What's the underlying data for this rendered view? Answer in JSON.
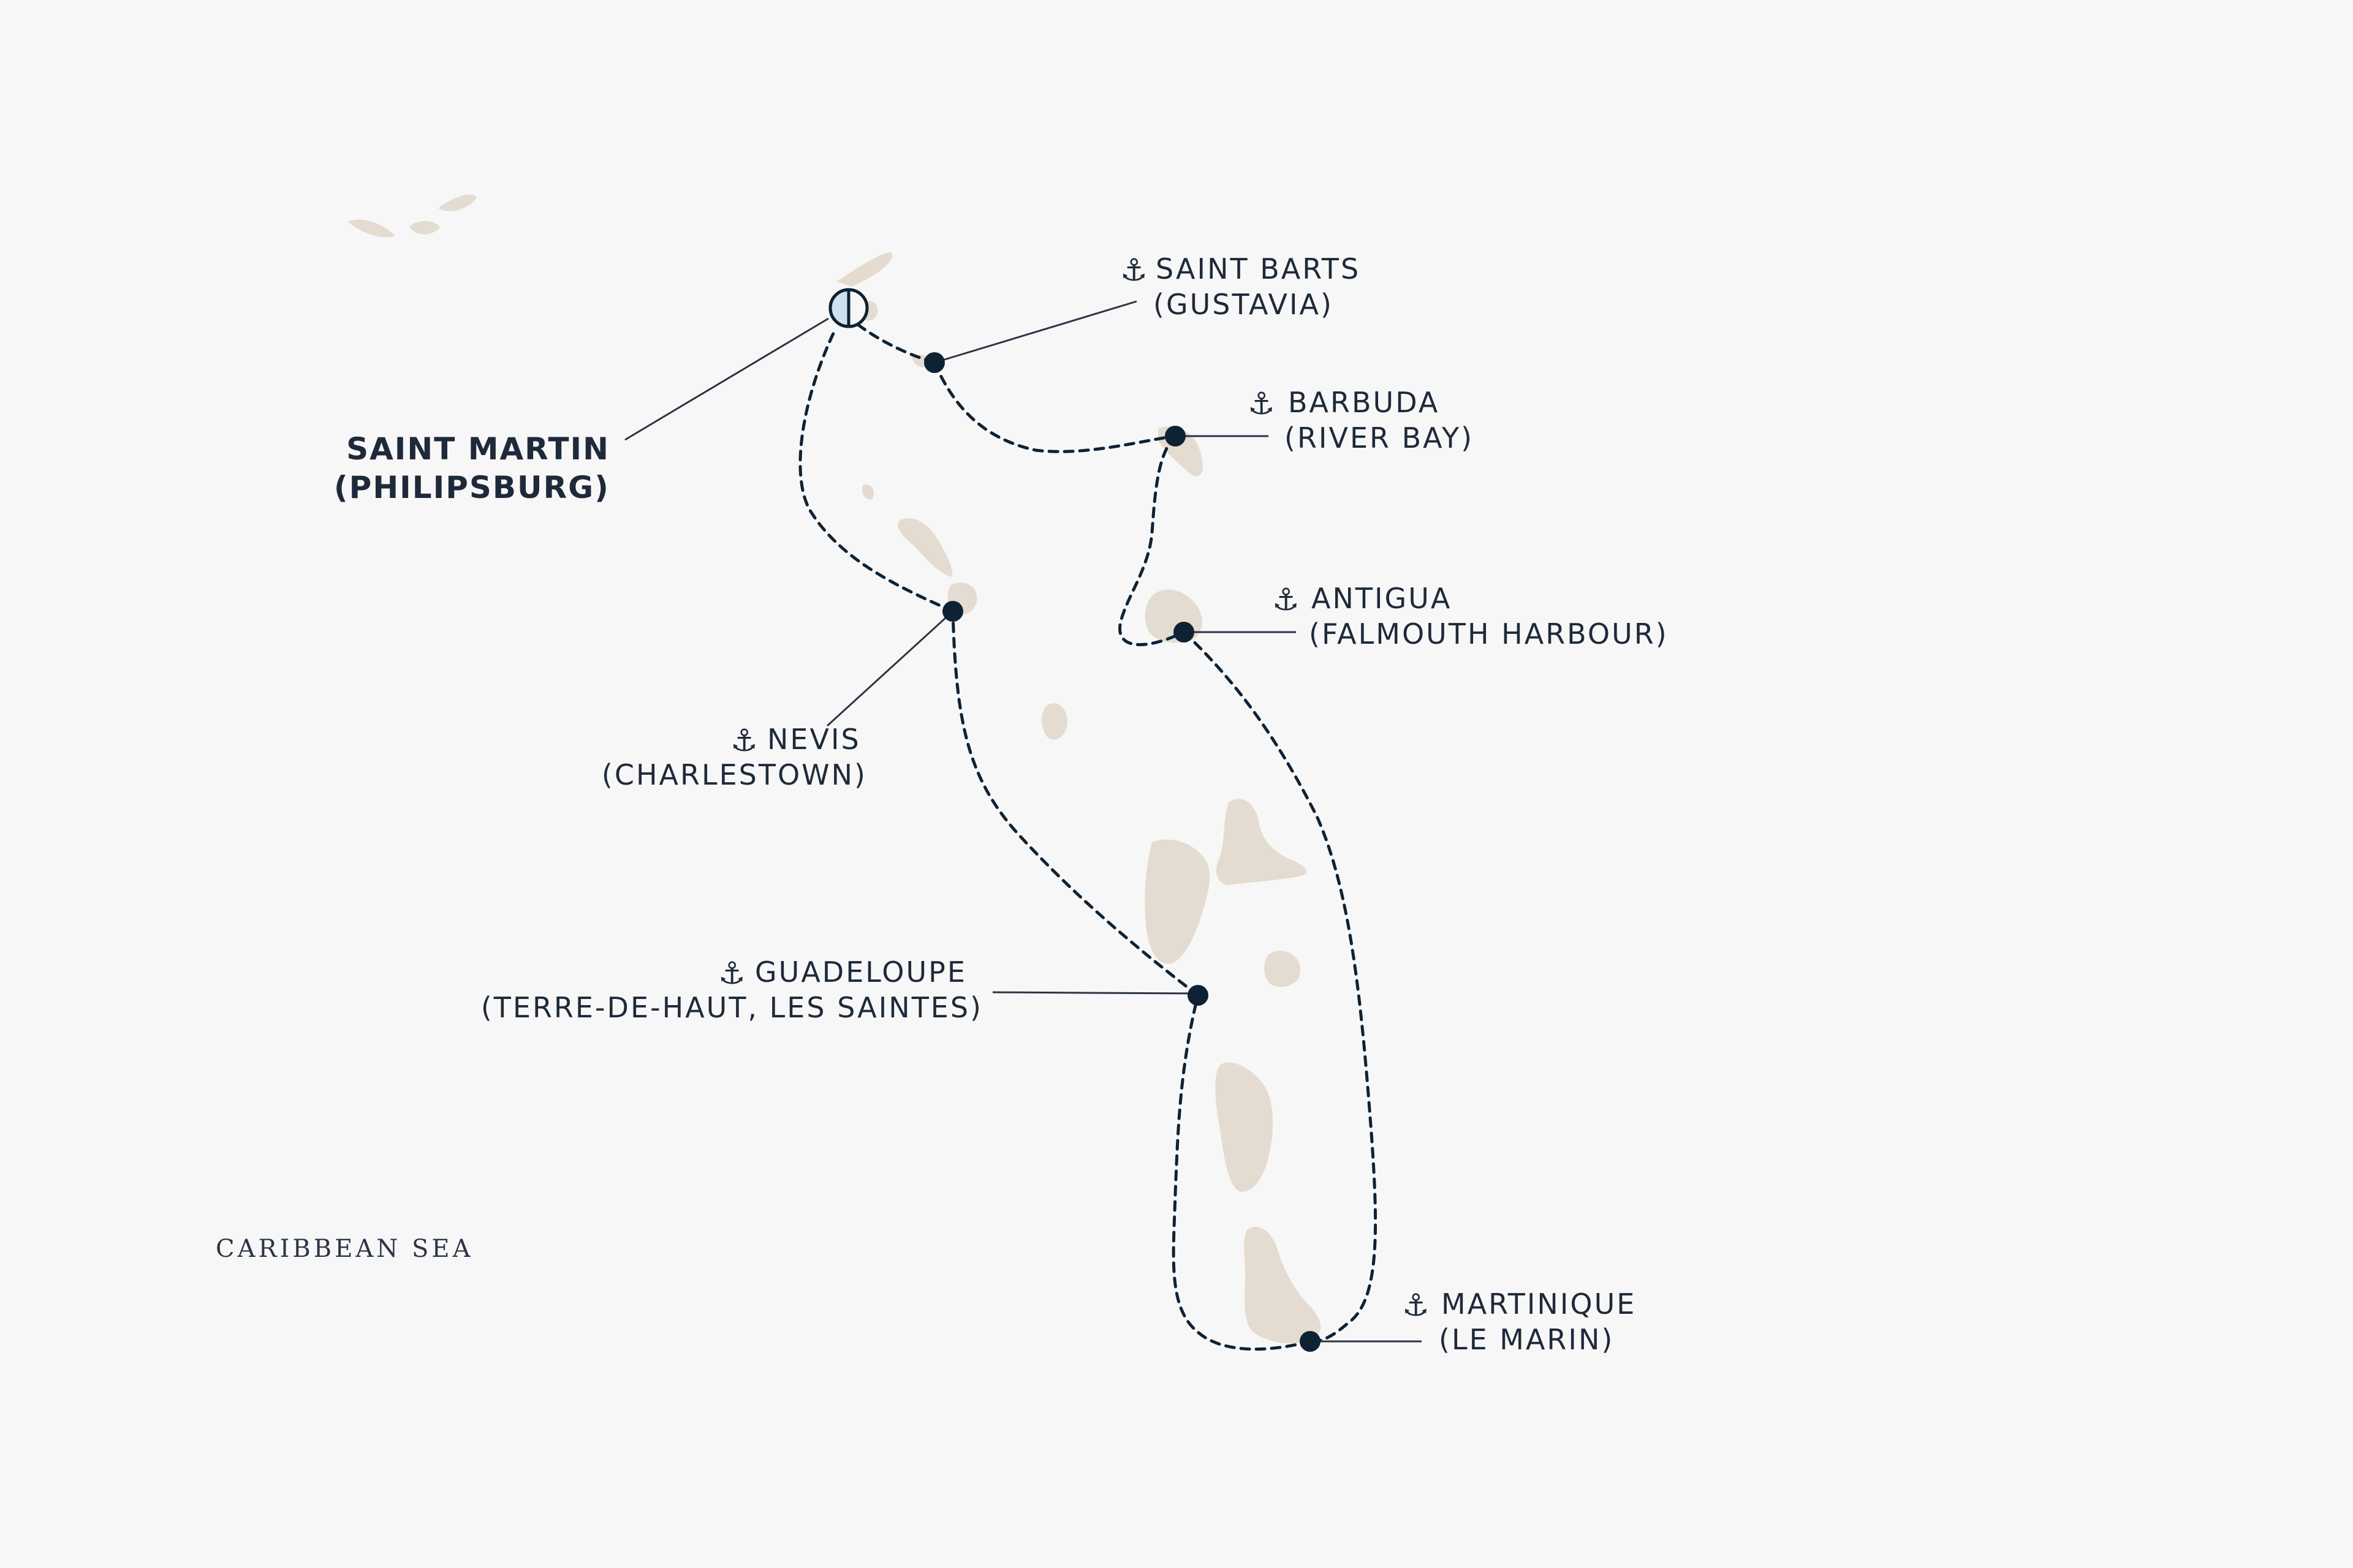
{
  "map": {
    "sea_label": "CARIBBEAN SEA",
    "home_port": {
      "name": "SAINT MARTIN",
      "sub": "(PHILIPSBURG)"
    },
    "ports": [
      {
        "id": "saint-barts",
        "name": "SAINT BARTS",
        "sub": "(GUSTAVIA)",
        "anchor": "⚓"
      },
      {
        "id": "barbuda",
        "name": "BARBUDA",
        "sub": "(RIVER BAY)",
        "anchor": "⚓"
      },
      {
        "id": "antigua",
        "name": "ANTIGUA",
        "sub": "(FALMOUTH HARBOUR)",
        "anchor": "⚓"
      },
      {
        "id": "nevis",
        "name": "NEVIS",
        "sub": "(CHARLESTOWN)",
        "anchor": "⚓"
      },
      {
        "id": "guadeloupe",
        "name": "GUADELOUPE",
        "sub": "(TERRE-DE-HAUT, LES SAINTES)",
        "anchor": "⚓"
      },
      {
        "id": "martinique",
        "name": "MARTINIQUE",
        "sub": "(LE MARIN)",
        "anchor": "⚓"
      }
    ],
    "colors": {
      "background": "#f7f7f7",
      "island": "#e4dcd0",
      "route": "#0f2233",
      "text": "#1e2a3a"
    }
  }
}
